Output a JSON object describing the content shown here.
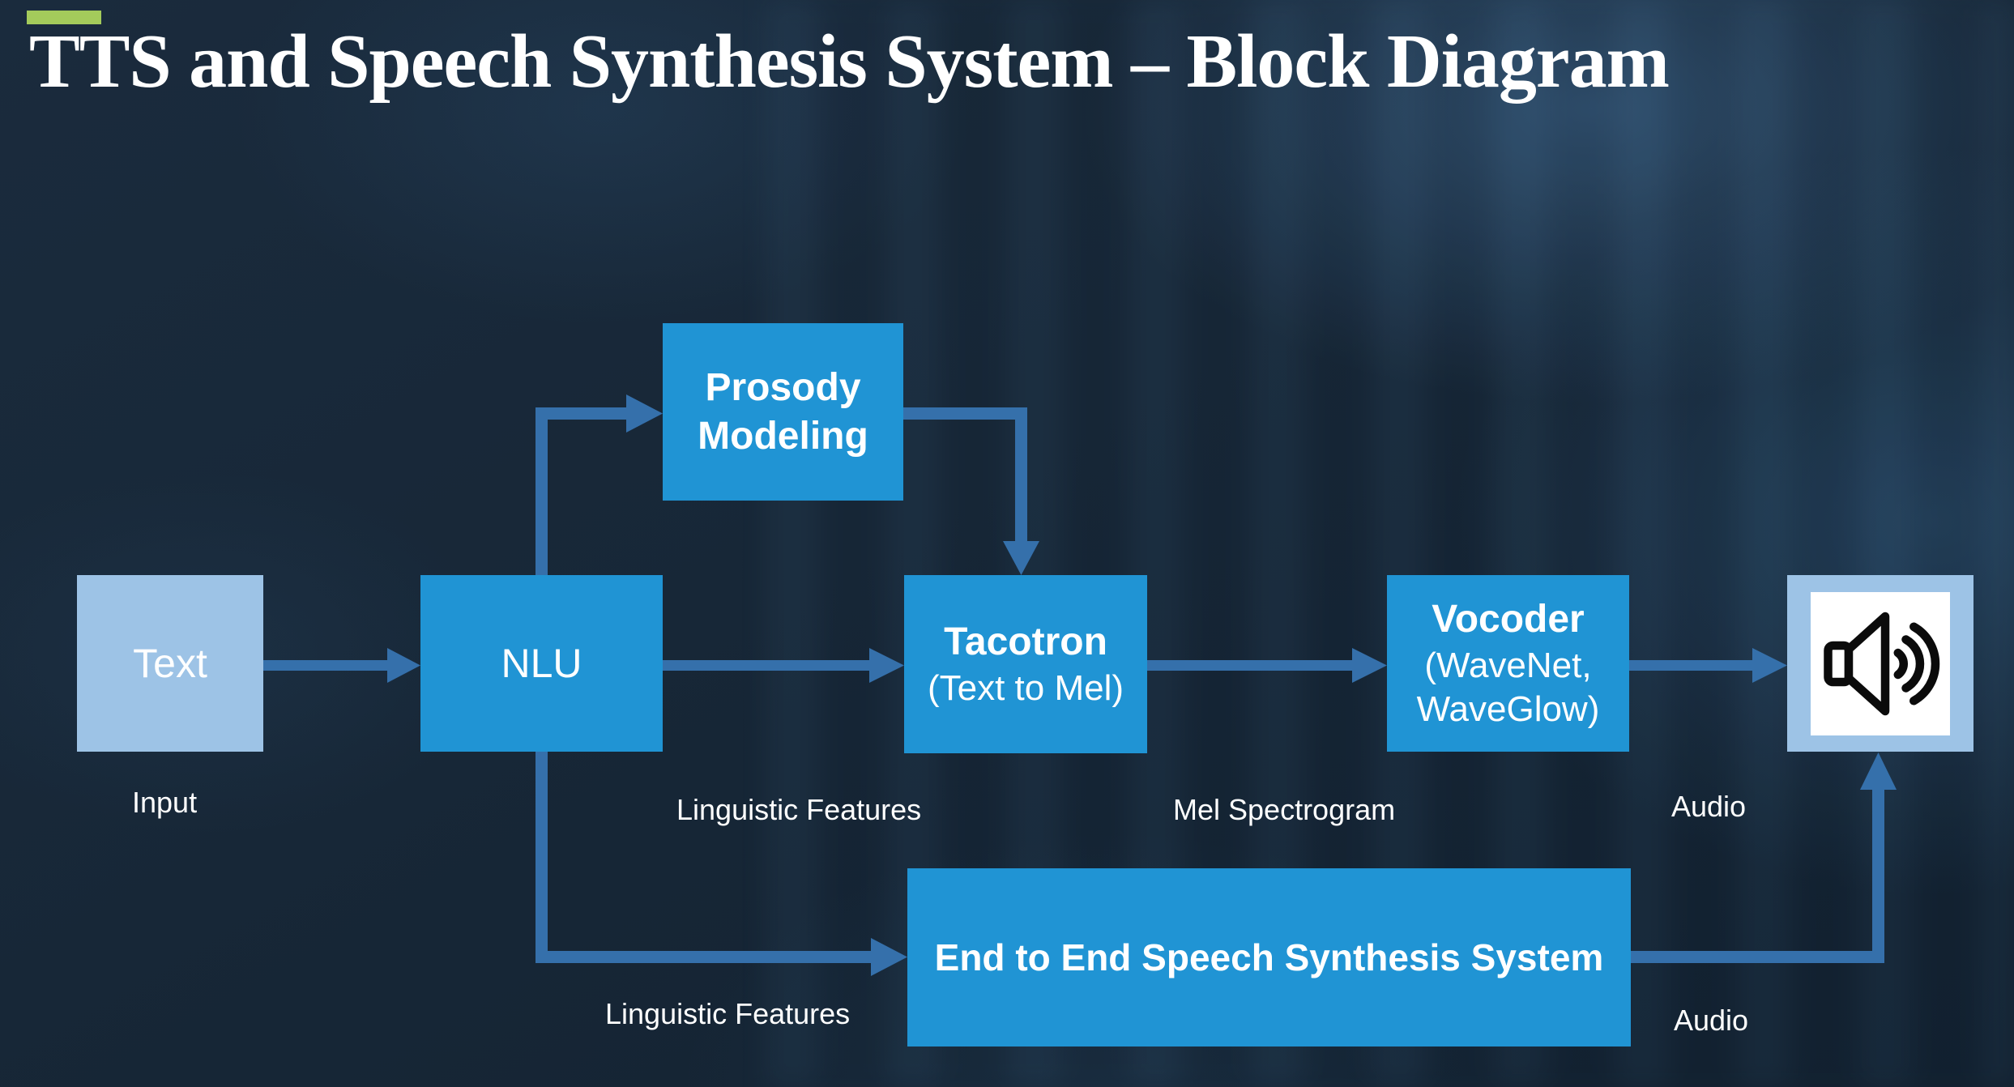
{
  "slide": {
    "title": "TTS and Speech Synthesis System – Block Diagram"
  },
  "colors": {
    "background_base": "#16263a",
    "accent_green": "#a4cb5b",
    "block_blue": "#2094d4",
    "block_light_blue": "#9dc3e6",
    "connector_blue": "#3570ab",
    "text_white": "#ffffff",
    "speaker_icon_black": "#0b0b0b"
  },
  "blocks": {
    "text": {
      "label": "Text"
    },
    "nlu": {
      "label": "NLU"
    },
    "prosody": {
      "line1": "Prosody",
      "line2": "Modeling"
    },
    "tacotron": {
      "title": "Tacotron",
      "subtitle": "(Text to Mel)"
    },
    "vocoder": {
      "title": "Vocoder",
      "subtitle_line1": "(WaveNet,",
      "subtitle_line2": "WaveGlow)"
    },
    "e2e": {
      "label": "End to End Speech Synthesis System"
    },
    "speaker": {
      "icon": "speaker-audio-icon"
    }
  },
  "labels": {
    "input": "Input",
    "linguistic_features_top": "Linguistic Features",
    "mel_spectrogram": "Mel Spectrogram",
    "audio_top": "Audio",
    "linguistic_features_bottom": "Linguistic Features",
    "audio_bottom": "Audio"
  }
}
